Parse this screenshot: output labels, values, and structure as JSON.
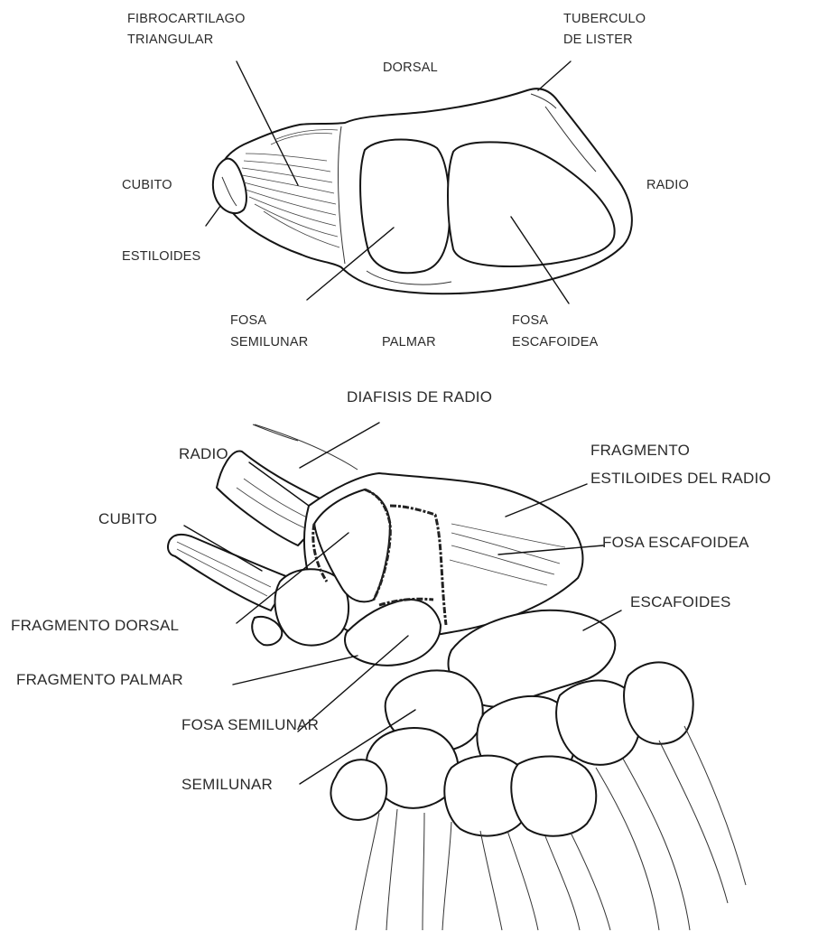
{
  "top": {
    "labels": {
      "fibrocartilago_1": "FIBROCARTILAGO",
      "fibrocartilago_2": "TRIANGULAR",
      "dorsal": "DORSAL",
      "tuberculo_1": "TUBERCULO",
      "tuberculo_2": "DE LISTER",
      "cubito": "CUBITO",
      "radio": "RADIO",
      "estiloides": "ESTILOIDES",
      "fosa_semilunar_1": "FOSA",
      "fosa_semilunar_2": "SEMILUNAR",
      "palmar": "PALMAR",
      "fosa_escafoidea_1": "FOSA",
      "fosa_escafoidea_2": "ESCAFOIDEA"
    }
  },
  "bottom": {
    "labels": {
      "diafisis": "DIAFISIS DE RADIO",
      "radio": "RADIO",
      "cubito": "CUBITO",
      "fragmento_estiloides_1": "FRAGMENTO",
      "fragmento_estiloides_2": "ESTILOIDES DEL RADIO",
      "fosa_escafoidea": "FOSA ESCAFOIDEA",
      "escafoides": "ESCAFOIDES",
      "fragmento_dorsal": "FRAGMENTO DORSAL",
      "fragmento_palmar": "FRAGMENTO PALMAR",
      "fosa_semilunar": "FOSA SEMILUNAR",
      "semilunar": "SEMILUNAR"
    }
  }
}
